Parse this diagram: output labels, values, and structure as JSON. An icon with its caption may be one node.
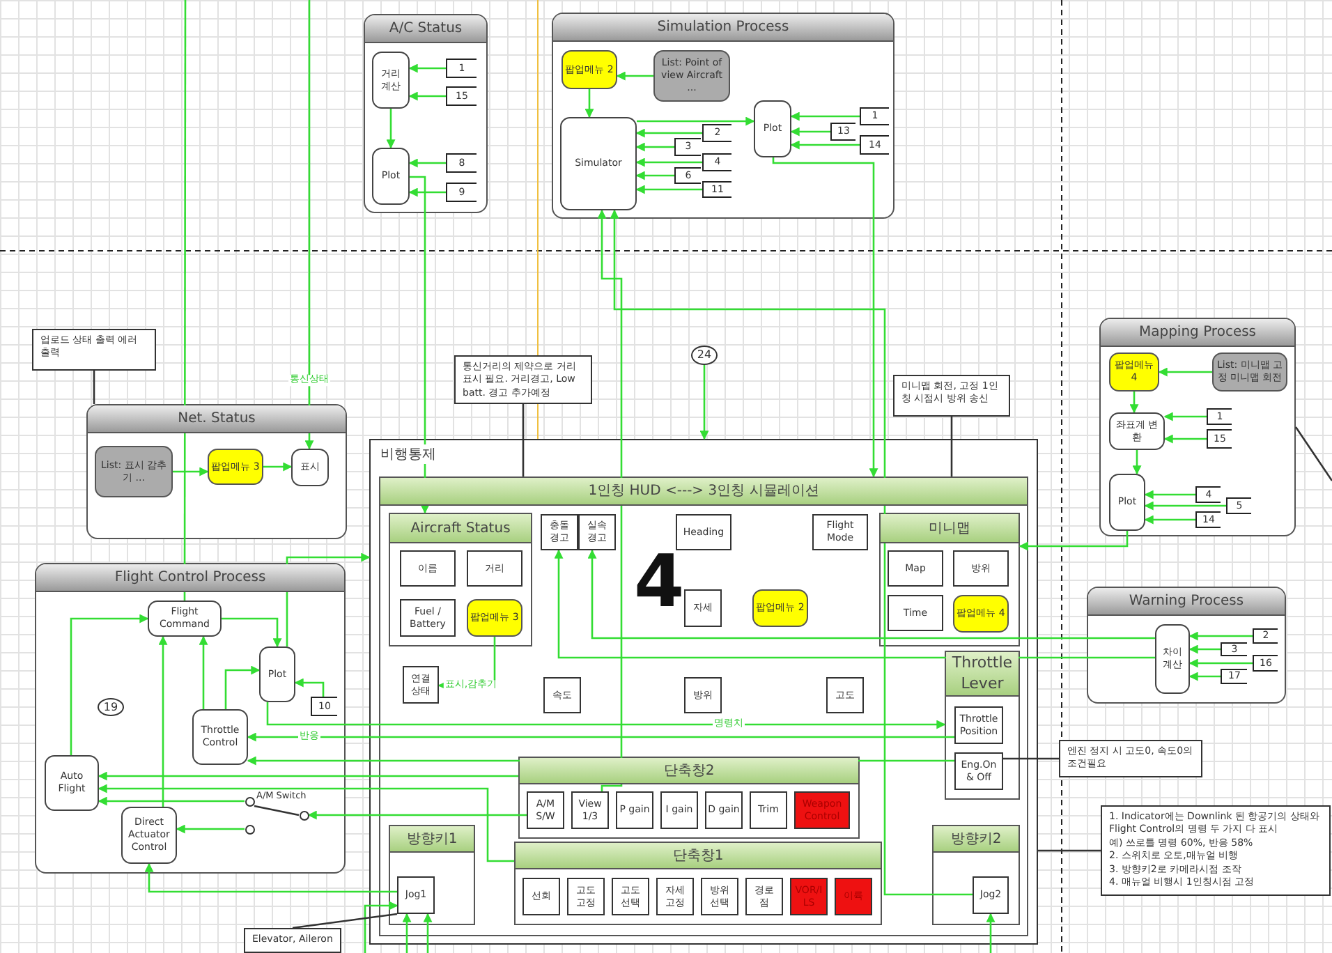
{
  "diagram": {
    "nodes": [
      {
        "text": [
          "A/C Status"
        ]
      },
      {
        "text": [
          "거리 계산"
        ],
        "in": 0
      },
      {
        "text": [
          "1"
        ],
        "in": 0
      },
      {
        "text": [
          "15"
        ],
        "in": 0
      },
      {
        "text": [
          "Plot"
        ],
        "in": 0
      },
      {
        "text": [
          "8"
        ],
        "in": 0
      },
      {
        "text": [
          "9"
        ],
        "in": 0
      },
      {
        "text": [
          "Simulation Process"
        ]
      },
      {
        "text": [
          "팝업메뉴 2"
        ],
        "in": 7
      },
      {
        "text": [
          "List: Point of view Aircraft ..."
        ],
        "in": 7
      },
      {
        "text": [
          "Simulator"
        ],
        "in": 7
      },
      {
        "text": [
          "2"
        ],
        "in": 7
      },
      {
        "text": [
          "3"
        ],
        "in": 7
      },
      {
        "text": [
          "4"
        ],
        "in": 7
      },
      {
        "text": [
          "6"
        ],
        "in": 7
      },
      {
        "text": [
          "11"
        ],
        "in": 7
      },
      {
        "text": [
          "Plot"
        ],
        "in": 7
      },
      {
        "text": [
          "1"
        ],
        "in": 7
      },
      {
        "text": [
          "13"
        ],
        "in": 7
      },
      {
        "text": [
          "14"
        ],
        "in": 7
      },
      {
        "text": [
          "업로드 상태 출력 에러 출력"
        ]
      },
      {
        "text": [
          "Net. Status"
        ]
      },
      {
        "text": [
          "List: 표시 감추기 ..."
        ],
        "in": 21
      },
      {
        "text": [
          "팝업메뉴 3"
        ],
        "in": 21
      },
      {
        "text": [
          "표시"
        ],
        "in": 21
      },
      {
        "text": [
          "통신거리의 제약으로 거리표시 필요. 거리경고, Low batt. 경고 추가예정"
        ]
      },
      {
        "text": [
          "24"
        ]
      },
      {
        "text": [
          "미니맵 회전, 고정 1인칭 시점시 방위 송신"
        ]
      },
      {
        "text": [
          "Mapping Process"
        ]
      },
      {
        "text": [
          "팝업메뉴 4"
        ],
        "in": 28
      },
      {
        "text": [
          "List: 미니맵 고정 미니맵 회전"
        ],
        "in": 28
      },
      {
        "text": [
          "좌표계 변환"
        ],
        "in": 28
      },
      {
        "text": [
          "1"
        ],
        "in": 28
      },
      {
        "text": [
          "15"
        ],
        "in": 28
      },
      {
        "text": [
          "Plot"
        ],
        "in": 28
      },
      {
        "text": [
          "4"
        ],
        "in": 28
      },
      {
        "text": [
          "5"
        ],
        "in": 28
      },
      {
        "text": [
          "14"
        ],
        "in": 28
      },
      {
        "text": [
          "Warning Process"
        ]
      },
      {
        "text": [
          "차이 계산"
        ],
        "in": 38
      },
      {
        "text": [
          "2"
        ],
        "in": 38
      },
      {
        "text": [
          "3"
        ],
        "in": 38
      },
      {
        "text": [
          "16"
        ],
        "in": 38
      },
      {
        "text": [
          "17"
        ],
        "in": 38
      },
      {
        "text": [
          "Flight Control Process"
        ]
      },
      {
        "text": [
          "Flight Command"
        ],
        "in": 44
      },
      {
        "text": [
          "Plot"
        ],
        "in": 44
      },
      {
        "text": [
          "19"
        ],
        "in": 44
      },
      {
        "text": [
          "10"
        ],
        "in": 44
      },
      {
        "text": [
          "Throttle Control"
        ],
        "in": 44
      },
      {
        "text": [
          "Auto Flight"
        ],
        "in": 44
      },
      {
        "text": [
          "Direct Actuator Control"
        ],
        "in": 44
      },
      {
        "text": [
          "비행통제"
        ]
      },
      {
        "text": [
          "1인칭 HUD <---> 3인칭 시뮬레이션"
        ],
        "in": 52
      },
      {
        "text": [
          "Aircraft Status"
        ],
        "in": 53
      },
      {
        "text": [
          "이름"
        ],
        "in": 54
      },
      {
        "text": [
          "거리"
        ],
        "in": 54
      },
      {
        "text": [
          "Fuel / Battery"
        ],
        "in": 54
      },
      {
        "text": [
          "팝업메뉴 3"
        ],
        "in": 54
      },
      {
        "text": [
          "연결 상태"
        ],
        "in": 53
      },
      {
        "text": [
          "충돌 경고"
        ],
        "in": 53
      },
      {
        "text": [
          "실속 경고"
        ],
        "in": 53
      },
      {
        "text": [
          "Heading"
        ],
        "in": 53
      },
      {
        "text": [
          "Flight Mode"
        ],
        "in": 53
      },
      {
        "text": [
          "자세"
        ],
        "in": 53
      },
      {
        "text": [
          "팝업메뉴 2"
        ],
        "in": 53
      },
      {
        "text": [
          "미니맵"
        ],
        "in": 53
      },
      {
        "text": [
          "Map"
        ],
        "in": 66
      },
      {
        "text": [
          "방위"
        ],
        "in": 66
      },
      {
        "text": [
          "Time"
        ],
        "in": 66
      },
      {
        "text": [
          "팝업메뉴 4"
        ],
        "in": 66
      },
      {
        "text": [
          "속도"
        ],
        "in": 53
      },
      {
        "text": [
          "방위"
        ],
        "in": 53
      },
      {
        "text": [
          "고도"
        ],
        "in": 53
      },
      {
        "text": [
          "Throttle Lever"
        ],
        "in": 53
      },
      {
        "text": [
          "Throttle Position"
        ],
        "in": 74
      },
      {
        "text": [
          "Eng.On & Off"
        ],
        "in": 74
      },
      {
        "text": [
          "단축창2"
        ],
        "in": 53
      },
      {
        "text": [
          "A/M S/W"
        ],
        "in": 77
      },
      {
        "text": [
          "View 1/3"
        ],
        "in": 77
      },
      {
        "text": [
          "P gain"
        ],
        "in": 77
      },
      {
        "text": [
          "I gain"
        ],
        "in": 77
      },
      {
        "text": [
          "D gain"
        ],
        "in": 77
      },
      {
        "text": [
          "Trim"
        ],
        "in": 77
      },
      {
        "text": [
          "Weapon Control"
        ],
        "in": 77
      },
      {
        "text": [
          "단축창1"
        ],
        "in": 53
      },
      {
        "text": [
          "선회"
        ],
        "in": 85
      },
      {
        "text": [
          "고도 고정"
        ],
        "in": 85
      },
      {
        "text": [
          "고도 선택"
        ],
        "in": 85
      },
      {
        "text": [
          "자세 고정"
        ],
        "in": 85
      },
      {
        "text": [
          "방위 선택"
        ],
        "in": 85
      },
      {
        "text": [
          "경로 점"
        ],
        "in": 85
      },
      {
        "text": [
          "VOR/ILS"
        ],
        "in": 85
      },
      {
        "text": [
          "이륙"
        ],
        "in": 85
      },
      {
        "text": [
          "방향키1"
        ],
        "in": 53
      },
      {
        "text": [
          "Jog1"
        ],
        "in": 94
      },
      {
        "text": [
          "방향키2"
        ],
        "in": 53
      },
      {
        "text": [
          "Jog2"
        ],
        "in": 96
      },
      {
        "text": [
          "Elevator, Aileron"
        ]
      },
      {
        "text": [
          "엔진 정지 시 고도0, 속도0의 조건필요"
        ]
      },
      {
        "text": [
          "1. Indicator에는 Downlink 된 항공기의 상태와 Flight Control의 명령 두 가지 다 표시",
          "예) 쓰로틀 명령 60%, 반응 58%",
          "2. 스위치로 오토,매뉴얼 비행",
          "3. 방향키2로 카메라시점 조작",
          "4. 매뉴얼 비행시 1인칭시점 고정"
        ]
      },
      {
        "text": [],
        "shape": "circle",
        "in": 44
      },
      {
        "text": [],
        "shape": "circle",
        "in": 44
      },
      {
        "text": [],
        "shape": "circle",
        "in": 44
      }
    ],
    "edges": [
      {
        "from": 2,
        "to": 1,
        "arrow": "to"
      },
      {
        "from": 3,
        "to": 1,
        "arrow": "to"
      },
      {
        "from": 1,
        "to": 4,
        "arrow": "to"
      },
      {
        "from": 5,
        "to": 4,
        "arrow": "to"
      },
      {
        "from": 6,
        "to": 4,
        "arrow": "to"
      },
      {
        "from": 4,
        "to": 54,
        "arrow": "to"
      },
      {
        "from": 9,
        "to": 8,
        "arrow": "to"
      },
      {
        "from": 8,
        "to": 10,
        "arrow": "to"
      },
      {
        "from": 11,
        "to": 10,
        "arrow": "to"
      },
      {
        "from": 12,
        "to": 10,
        "arrow": "to"
      },
      {
        "from": 13,
        "to": 10,
        "arrow": "to"
      },
      {
        "from": 14,
        "to": 10,
        "arrow": "to"
      },
      {
        "from": 15,
        "to": 10,
        "arrow": "to"
      },
      {
        "from": 10,
        "to": 16,
        "arrow": "to"
      },
      {
        "from": 17,
        "to": 16,
        "arrow": "to"
      },
      {
        "from": 18,
        "to": 16,
        "arrow": "to"
      },
      {
        "from": 19,
        "to": 16,
        "arrow": "to"
      },
      {
        "from": 16,
        "to": 53,
        "arrow": "to"
      },
      {
        "from": 79,
        "to": 10,
        "arrow": "to"
      },
      {
        "from": 97,
        "to": 10,
        "arrow": "to"
      },
      {
        "from": 26,
        "to": 52,
        "arrow": "to"
      },
      {
        "from": 22,
        "to": 23,
        "arrow": "to"
      },
      {
        "from": 23,
        "to": 24,
        "arrow": "to"
      },
      {
        "from": null,
        "to": 24,
        "arrow": "to",
        "label": "통신상태"
      },
      {
        "from": 45,
        "to": null,
        "arrow": "none"
      },
      {
        "from": 30,
        "to": 29,
        "arrow": "to"
      },
      {
        "from": 29,
        "to": 31,
        "arrow": "to"
      },
      {
        "from": 32,
        "to": 31,
        "arrow": "to"
      },
      {
        "from": 33,
        "to": 31,
        "arrow": "to"
      },
      {
        "from": 31,
        "to": 34,
        "arrow": "to"
      },
      {
        "from": 35,
        "to": 34,
        "arrow": "to"
      },
      {
        "from": 36,
        "to": 34,
        "arrow": "to"
      },
      {
        "from": 37,
        "to": 34,
        "arrow": "to"
      },
      {
        "from": 34,
        "to": 66,
        "arrow": "to"
      },
      {
        "from": 40,
        "to": 39,
        "arrow": "to"
      },
      {
        "from": 41,
        "to": 39,
        "arrow": "to"
      },
      {
        "from": 42,
        "to": 39,
        "arrow": "to"
      },
      {
        "from": 43,
        "to": 39,
        "arrow": "to"
      },
      {
        "from": 39,
        "to": 61,
        "arrow": "to"
      },
      {
        "from": 39,
        "to": 60,
        "arrow": "to"
      },
      {
        "from": 50,
        "to": 45,
        "arrow": "to"
      },
      {
        "from": 45,
        "to": 46,
        "arrow": "to"
      },
      {
        "from": 49,
        "to": 46,
        "arrow": "to"
      },
      {
        "from": 49,
        "to": 45,
        "arrow": "to"
      },
      {
        "from": 51,
        "to": 45,
        "arrow": "to"
      },
      {
        "from": 48,
        "to": 46,
        "arrow": "to"
      },
      {
        "from": 46,
        "to": 52,
        "arrow": "to"
      },
      {
        "from": 46,
        "to": 74,
        "arrow": "to",
        "label": "명령치"
      },
      {
        "from": 75,
        "to": 49,
        "arrow": "to",
        "label": "반응"
      },
      {
        "from": 76,
        "to": 49,
        "arrow": "to"
      },
      {
        "from": 77,
        "to": 50,
        "arrow": "to"
      },
      {
        "from": 85,
        "to": 50,
        "arrow": "to"
      },
      {
        "from": 101,
        "to": 50,
        "arrow": "to"
      },
      {
        "from": 78,
        "to": 102,
        "arrow": "to"
      },
      {
        "from": 102,
        "to": 101,
        "arrow": "none",
        "color": "#333333"
      },
      {
        "from": 103,
        "to": 51,
        "arrow": "to"
      },
      {
        "from": 95,
        "to": 51,
        "arrow": "to"
      },
      {
        "from": null,
        "to": 95,
        "arrow": "to"
      },
      {
        "from": null,
        "to": 95,
        "arrow": "to"
      },
      {
        "from": null,
        "to": 97,
        "arrow": "to"
      },
      {
        "from": null,
        "to": 95,
        "arrow": "to"
      },
      {
        "from": 98,
        "to": 95,
        "arrow": "none",
        "color": "#333333"
      },
      {
        "from": 20,
        "to": 21,
        "arrow": "none",
        "color": "#333333"
      },
      {
        "from": 25,
        "to": 53,
        "arrow": "none",
        "color": "#333333"
      },
      {
        "from": 27,
        "to": 53,
        "arrow": "none",
        "color": "#333333"
      },
      {
        "from": 99,
        "to": 76,
        "arrow": "none",
        "color": "#333333"
      },
      {
        "from": 100,
        "to": 52,
        "arrow": "none",
        "color": "#333333"
      },
      {
        "from": 28,
        "to": null,
        "arrow": "none",
        "color": "#333333"
      },
      {
        "from": 58,
        "to": 59,
        "arrow": "to",
        "label": "표시,감추기"
      }
    ],
    "labels": [
      "4",
      "A/M Switch"
    ]
  }
}
